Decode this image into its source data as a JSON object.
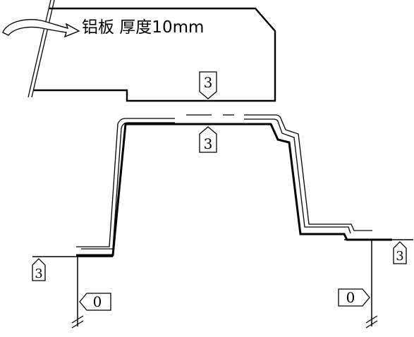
{
  "annotation": {
    "material_label": "铝板 厚度10mm"
  },
  "tolerance_flags": {
    "upper_plate": "3",
    "upper_profile": "3",
    "left_flange": "3",
    "right_flange": "3",
    "left_datum": "0",
    "right_datum": "0"
  },
  "colors": {
    "line": "#000000",
    "background": "#ffffff"
  }
}
